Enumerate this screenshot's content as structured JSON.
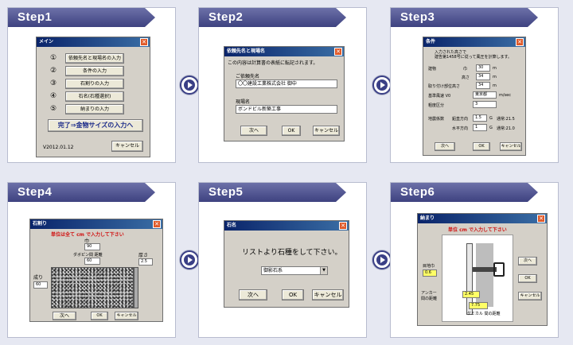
{
  "steps": [
    {
      "label": "Step1",
      "window_title": "メイン",
      "items": [
        {
          "num": "①",
          "label": "依頼先名と現場名の入力"
        },
        {
          "num": "②",
          "label": "条件の入力"
        },
        {
          "num": "③",
          "label": "石割りの入力"
        },
        {
          "num": "④",
          "label": "石名(石種選択)"
        },
        {
          "num": "⑤",
          "label": "納まりの入力"
        }
      ],
      "complete_label": "完了⇒金物サイズの入力へ",
      "version": "V2012.01.12",
      "cancel_label": "キャンセル"
    },
    {
      "label": "Step2",
      "window_title": "依頼先名と現場名",
      "instruction": "この内容は計算書の表紙に転記されます。",
      "client_label": "ご依頼先名",
      "client_value": "〇〇建設工業株式会社 御中",
      "site_label": "現場名",
      "site_value": "ボンドビル新築工事",
      "next_label": "次へ",
      "ok_label": "OK",
      "cancel_label": "キャンセル"
    },
    {
      "label": "Step3",
      "window_title": "条件",
      "instruction_1": "入力された高さで",
      "instruction_2": "建告第1458号に従って風圧を計算します。",
      "rows": [
        {
          "label": "建物",
          "sub": "巾",
          "value": "30",
          "unit": "m"
        },
        {
          "label": "",
          "sub": "高さ",
          "value": "34",
          "unit": "m"
        },
        {
          "label": "取り付け部位高さ",
          "sub": "",
          "value": "34",
          "unit": "m"
        }
      ],
      "wind_label": "基準風速 V0",
      "wind_value": "東京都",
      "wind_unit": "m/sec",
      "rough_label": "粗度区分",
      "rough_value": "3",
      "quake_label": "地震係数",
      "quake_h_label": "鉛直方向",
      "quake_h_value": "1.5",
      "quake_h_unit": "G",
      "quake_h_note": "通常:21.5",
      "quake_v_label": "水平方向",
      "quake_v_value": "1",
      "quake_v_unit": "G",
      "quake_v_note": "通常:21.0",
      "next_label": "次へ",
      "ok_label": "OK",
      "cancel_label": "キャンセル"
    },
    {
      "label": "Step4",
      "window_title": "石割り",
      "unit_note": "単位は全て cm で入力して下さい",
      "width_label": "巾",
      "width_value": "90",
      "dowel_label": "ダボピン間 距離",
      "dowel_value": "60",
      "thick_label": "厚さ",
      "thick_value": "2.5",
      "height_label": "成り",
      "height_value": "60",
      "next_label": "次へ",
      "ok_label": "OK",
      "cancel_label": "キャンセル"
    },
    {
      "label": "Step5",
      "window_title": "石名",
      "prompt": "リストより石種をして下さい。",
      "select_value": "御影石系",
      "next_label": "次へ",
      "ok_label": "OK",
      "cancel_label": "キャンセル"
    },
    {
      "label": "Step6",
      "window_title": "納まり",
      "unit_note": "単位 cm で入力して下さい",
      "dist_label": "目地巾",
      "dist_value": "0.6",
      "back_label": "アンカー 間の距離",
      "back_value": "2.45",
      "bottom_value": "7.75",
      "bottom_label": "ケミカル 間の距離",
      "next_label": "次へ",
      "ok_label": "OK",
      "cancel_label": "キャンセル"
    }
  ]
}
